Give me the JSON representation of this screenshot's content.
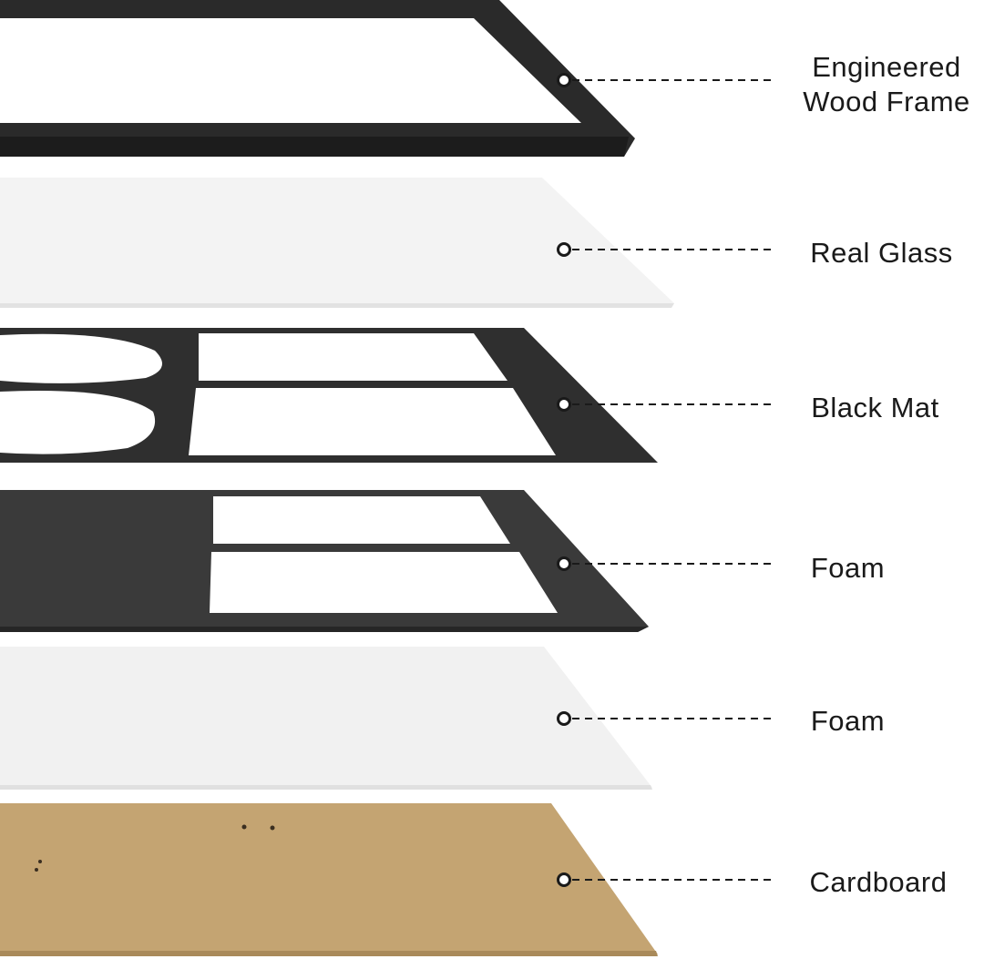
{
  "layers": [
    {
      "name": "engineered-wood-frame",
      "label_lines": [
        "Engineered",
        "Wood Frame"
      ],
      "color": "#2a2a2a"
    },
    {
      "name": "real-glass",
      "label_lines": [
        "Real Glass"
      ],
      "color": "#f3f3f3"
    },
    {
      "name": "black-mat",
      "label_lines": [
        "Black Mat"
      ],
      "color": "#2f2f2f"
    },
    {
      "name": "foam-black",
      "label_lines": [
        "Foam"
      ],
      "color": "#3a3a3a"
    },
    {
      "name": "foam-white",
      "label_lines": [
        "Foam"
      ],
      "color": "#f1f1f1"
    },
    {
      "name": "cardboard",
      "label_lines": [
        "Cardboard"
      ],
      "color": "#c4a472"
    }
  ]
}
